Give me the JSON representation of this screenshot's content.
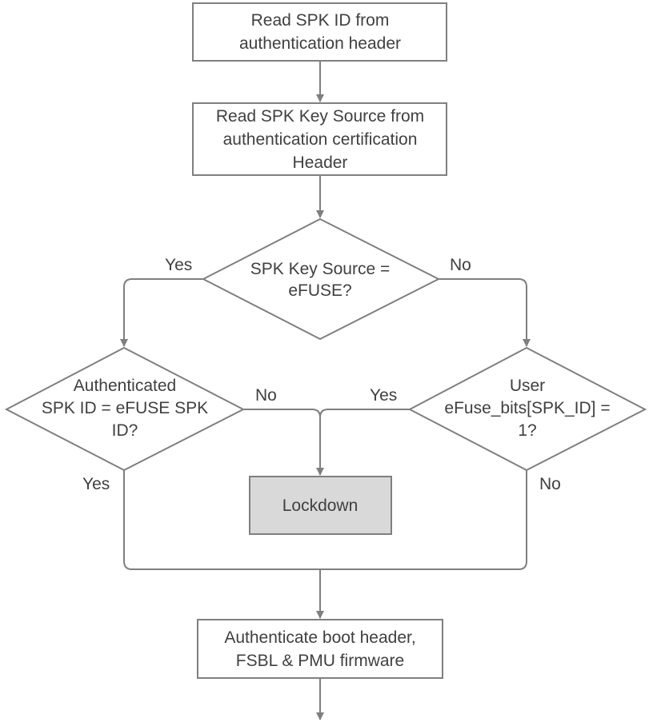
{
  "nodes": {
    "read_spk_id": {
      "lines": [
        "Read SPK ID from",
        "authentication header"
      ]
    },
    "read_key_source": {
      "lines": [
        "Read SPK Key Source from",
        "authentication certification",
        "Header"
      ]
    },
    "decision_key_source": {
      "lines": [
        "SPK Key Source =",
        "eFUSE?"
      ]
    },
    "decision_efuse_id": {
      "lines": [
        "Authenticated",
        "SPK ID = eFUSE SPK",
        "ID?"
      ]
    },
    "decision_user_efuse": {
      "lines": [
        "User",
        "eFuse_bits[SPK_ID] =",
        "1?"
      ]
    },
    "lockdown": {
      "lines": [
        "Lockdown"
      ]
    },
    "authenticate": {
      "lines": [
        "Authenticate boot header,",
        "FSBL & PMU firmware"
      ]
    }
  },
  "edge_labels": {
    "key_source_yes": "Yes",
    "key_source_no": "No",
    "efuse_id_no": "No",
    "efuse_id_yes": "Yes",
    "user_efuse_yes": "Yes",
    "user_efuse_no": "No"
  }
}
